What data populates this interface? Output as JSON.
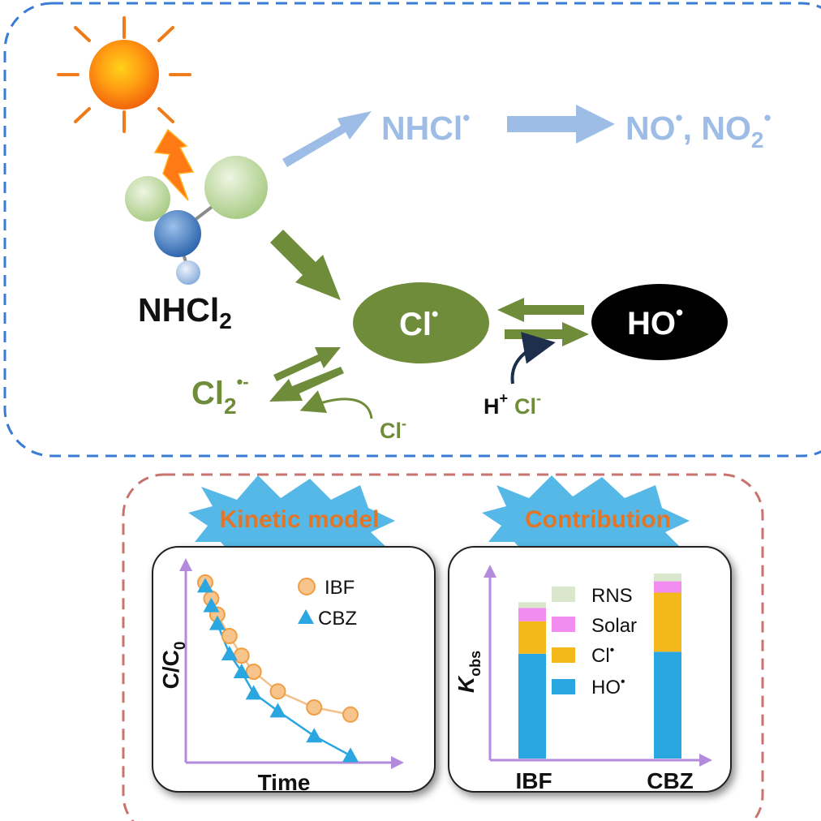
{
  "colors": {
    "blue_arrow": "#9dbde6",
    "green": "#6e8c3a",
    "black": "#000000",
    "blue_dash": "#3a7bd5",
    "red_dash": "#c8736e",
    "orange_text": "#e0762a",
    "burst": "#56b8e6",
    "axis": "#b48bdc",
    "ibf_marker": "#f7c58c",
    "cbz_marker": "#2aa7e0",
    "hydroxyl": "#2aa7e0",
    "chlorine": "#f5b81a",
    "solar": "#f38cf0",
    "rns": "#dbe7cc"
  },
  "icons": {
    "sun": "sun-icon",
    "lightning": "lightning-bolt-icon",
    "molecule": "nhcl2-molecule-icon"
  },
  "top": {
    "molecule_label": {
      "main": "NHCl",
      "sub": "2"
    },
    "nhcl_radical": {
      "main": "NHCl",
      "sup": "•"
    },
    "no_products": {
      "no": "NO",
      "no_sup": "•",
      "sep": ", ",
      "no2": "NO",
      "no2_sub": "2",
      "no2_sup": "•"
    },
    "cl_radical": {
      "main": "Cl",
      "sup": "•"
    },
    "ho_radical": {
      "main": "HO",
      "sup": "•"
    },
    "hcl": {
      "h": "H",
      "h_sup": "+",
      "cl": "Cl",
      "cl_sup": "-"
    },
    "cl2_radical": {
      "main": "Cl",
      "sub": "2",
      "sup": "•-"
    },
    "chloride": {
      "main": "Cl",
      "sup": "-"
    }
  },
  "kinetic_panel": {
    "title": "Kinetic model",
    "ylabel": {
      "main": "C/C",
      "sub": "0"
    },
    "xlabel": "Time",
    "legend": [
      {
        "label": "IBF",
        "marker": "circle"
      },
      {
        "label": "CBZ",
        "marker": "triangle"
      }
    ]
  },
  "contribution_panel": {
    "title": "Contribution",
    "ylabel": {
      "main": "K",
      "sub": "obs"
    },
    "categories": [
      "IBF",
      "CBZ"
    ],
    "legend": [
      {
        "label": "RNS",
        "sup": ""
      },
      {
        "label": "Solar",
        "sup": ""
      },
      {
        "label": "Cl",
        "sup": "•"
      },
      {
        "label": "HO",
        "sup": "•"
      }
    ]
  },
  "chart_data": [
    {
      "type": "scatter",
      "title": "Kinetic model",
      "xlabel": "Time",
      "ylabel": "C/C0",
      "ylim": [
        0,
        1
      ],
      "series": [
        {
          "name": "IBF",
          "x": [
            0,
            0.25,
            0.5,
            1,
            1.5,
            2,
            3,
            4.5,
            6
          ],
          "y": [
            1.0,
            0.91,
            0.82,
            0.7,
            0.59,
            0.5,
            0.39,
            0.3,
            0.26
          ]
        },
        {
          "name": "CBZ",
          "x": [
            0,
            0.25,
            0.5,
            1,
            1.5,
            2,
            3,
            4.5,
            6
          ],
          "y": [
            0.98,
            0.87,
            0.77,
            0.6,
            0.5,
            0.38,
            0.28,
            0.14,
            0.03
          ]
        }
      ]
    },
    {
      "type": "bar",
      "stacked": true,
      "title": "Contribution",
      "ylabel": "Kobs",
      "categories": [
        "IBF",
        "CBZ"
      ],
      "series": [
        {
          "name": "HO•",
          "values": [
            0.55,
            0.56
          ]
        },
        {
          "name": "Cl•",
          "values": [
            0.17,
            0.31
          ]
        },
        {
          "name": "Solar",
          "values": [
            0.07,
            0.06
          ]
        },
        {
          "name": "RNS",
          "values": [
            0.03,
            0.04
          ]
        }
      ],
      "ylim": [
        0,
        1
      ]
    }
  ]
}
